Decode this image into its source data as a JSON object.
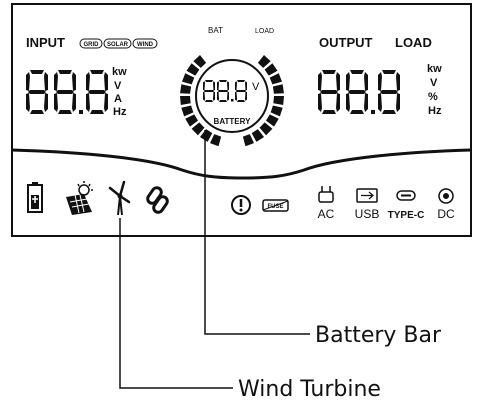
{
  "panel": {
    "input_title": "INPUT",
    "input_sources": [
      "GRID",
      "SOLAR",
      "WIND"
    ],
    "input_digits": "88.8",
    "input_units": [
      "kw",
      "V",
      "A",
      "Hz"
    ],
    "output_title": "OUTPUT",
    "load_title": "LOAD",
    "output_digits": "88.8",
    "output_units": [
      "kw",
      "V",
      "%",
      "Hz"
    ],
    "ring_bat_label": "BAT",
    "ring_load_label": "LOAD",
    "battery_voltage_digits": "88.8",
    "battery_voltage_unit": "V",
    "battery_label": "BATTERY"
  },
  "icons": {
    "input_icons": [
      "battery-charge-icon",
      "solar-panel-icon",
      "wind-turbine-icon",
      "link-chain-icon"
    ],
    "warning_icon": "exclamation-circle-icon",
    "fuse_label": "FUSE",
    "ports": [
      {
        "icon": "ac-outlet-icon",
        "label": "AC"
      },
      {
        "icon": "usb-icon",
        "label": "USB"
      },
      {
        "icon": "type-c-icon",
        "label": "TYPE-C"
      },
      {
        "icon": "dc-port-icon",
        "label": "DC"
      }
    ]
  },
  "callouts": {
    "battery_bar": "Battery Bar",
    "wind_turbine": "Wind Turbine"
  }
}
